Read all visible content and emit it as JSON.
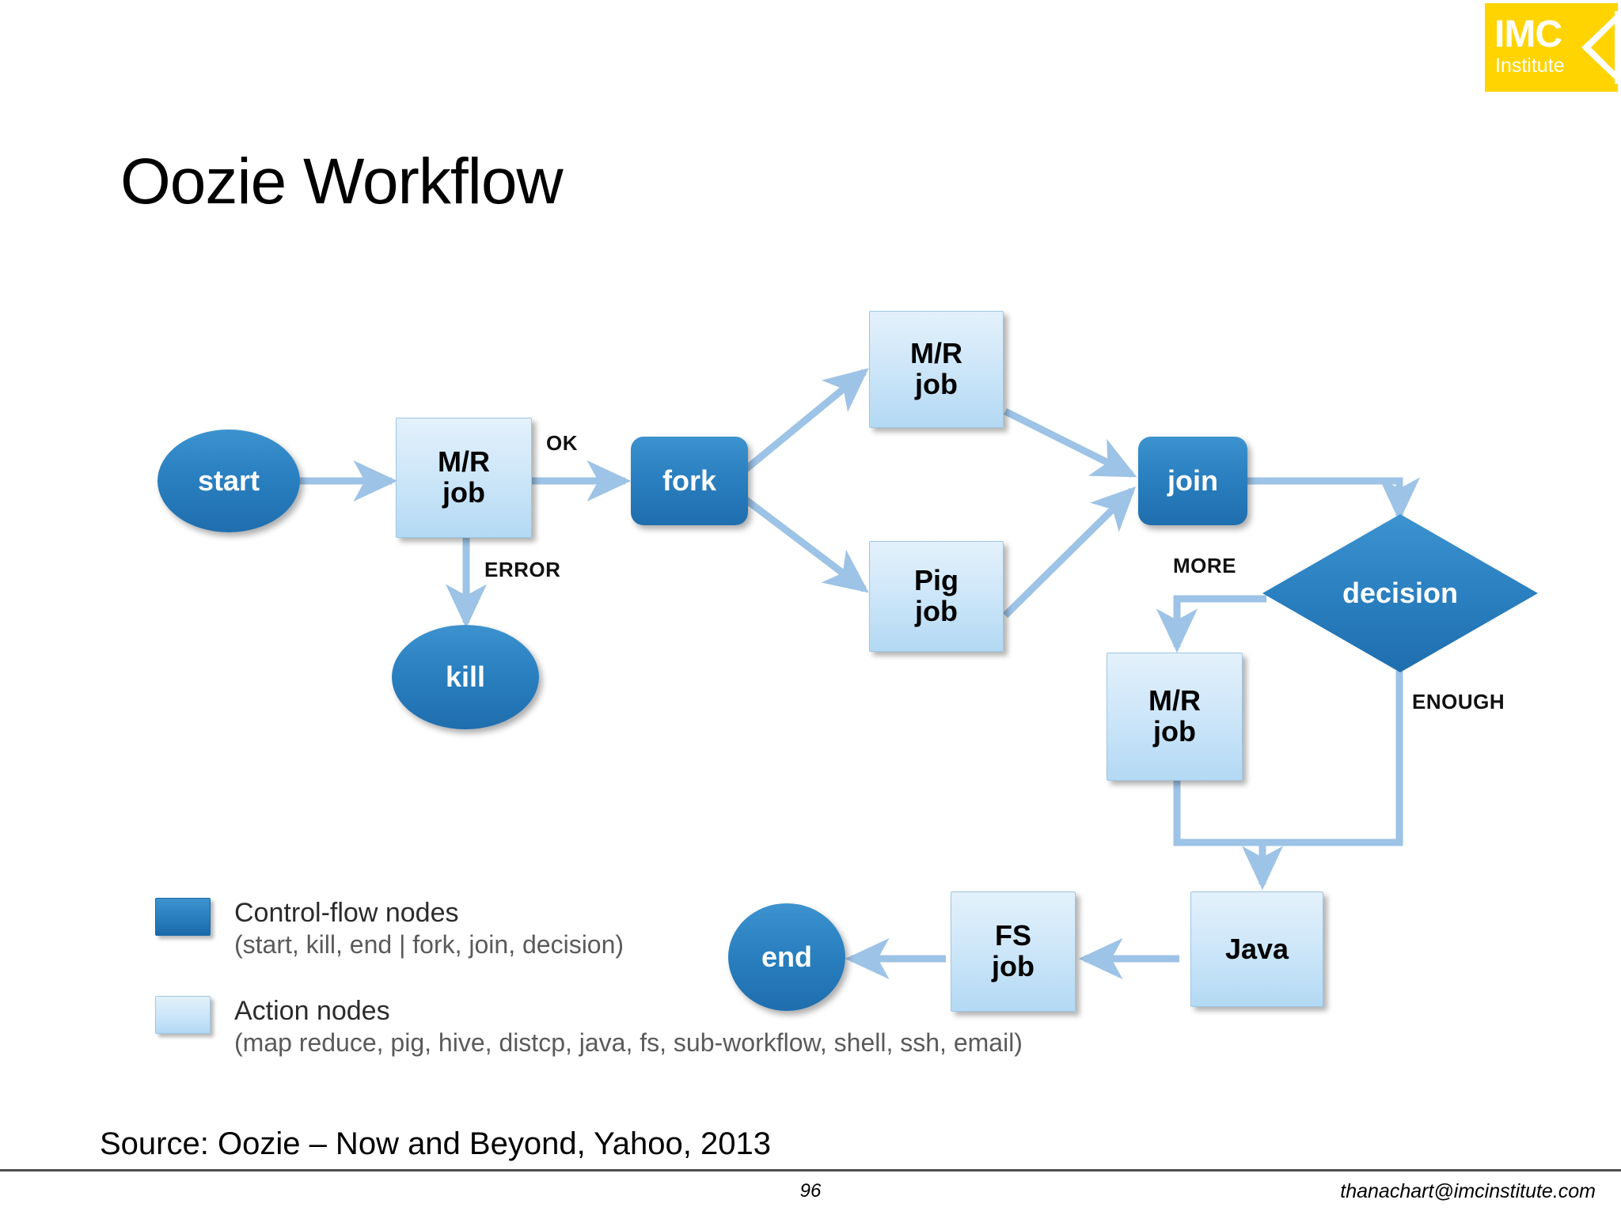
{
  "slide": {
    "title": "Oozie Workflow",
    "source_line": "Source: Oozie – Now and Beyond, Yahoo, 2013",
    "page_number": "96",
    "footer_email": "thanachart@imcinstitute.com"
  },
  "logo": {
    "line1": "IMC",
    "line2": "Institute",
    "background": "#FFD400",
    "text_color": "#FFFFFF"
  },
  "colors": {
    "control_node": "#2a80c0",
    "action_node": "#cfe7f9",
    "connector": "#9dc3e6",
    "title_text": "#000000",
    "legend_sub_text": "#5a5a5a"
  },
  "diagram": {
    "nodes": [
      {
        "id": "start",
        "label": "start",
        "kind": "control",
        "shape": "ellipse"
      },
      {
        "id": "mr-job-1",
        "label": "M/R\njob",
        "kind": "action",
        "shape": "rect"
      },
      {
        "id": "kill",
        "label": "kill",
        "kind": "control",
        "shape": "ellipse"
      },
      {
        "id": "fork",
        "label": "fork",
        "kind": "control",
        "shape": "rounded"
      },
      {
        "id": "mr-job-2",
        "label": "M/R\njob",
        "kind": "action",
        "shape": "rect"
      },
      {
        "id": "pig-job",
        "label": "Pig\njob",
        "kind": "action",
        "shape": "rect"
      },
      {
        "id": "join",
        "label": "join",
        "kind": "control",
        "shape": "rounded"
      },
      {
        "id": "decision",
        "label": "decision",
        "kind": "control",
        "shape": "diamond"
      },
      {
        "id": "mr-job-3",
        "label": "M/R\njob",
        "kind": "action",
        "shape": "rect"
      },
      {
        "id": "java",
        "label": "Java",
        "kind": "action",
        "shape": "rect"
      },
      {
        "id": "fs-job",
        "label": "FS\njob",
        "kind": "action",
        "shape": "rect"
      },
      {
        "id": "end",
        "label": "end",
        "kind": "control",
        "shape": "ellipse"
      }
    ],
    "edge_labels": [
      {
        "id": "ok",
        "text": "OK"
      },
      {
        "id": "error",
        "text": "ERROR"
      },
      {
        "id": "more",
        "text": "MORE"
      },
      {
        "id": "enough",
        "text": "ENOUGH"
      }
    ]
  },
  "legend": {
    "rows": [
      {
        "swatch": "control",
        "title": "Control-flow nodes",
        "subtitle": "(start, kill, end | fork, join, decision)"
      },
      {
        "swatch": "action",
        "title": "Action nodes",
        "subtitle": "(map reduce, pig, hive, distcp, java, fs, sub-workflow, shell, ssh, email)"
      }
    ]
  }
}
